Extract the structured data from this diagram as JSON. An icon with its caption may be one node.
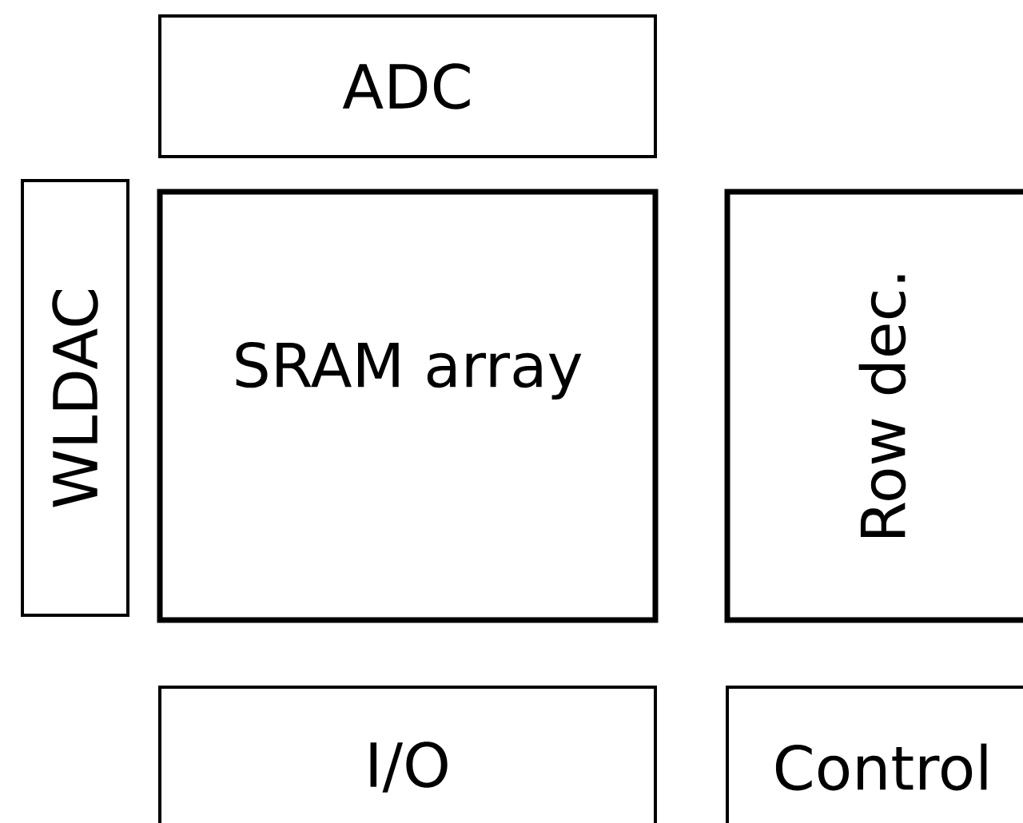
{
  "diagram": {
    "nodes": [
      {
        "text": [
          "ADC"
        ]
      },
      {
        "text": [
          "WLDAC"
        ]
      },
      {
        "text": [
          "SRAM array"
        ]
      },
      {
        "text": [
          "Row dec."
        ]
      },
      {
        "text": [
          "I/O"
        ]
      },
      {
        "text": [
          "Control"
        ]
      }
    ],
    "edges": []
  }
}
